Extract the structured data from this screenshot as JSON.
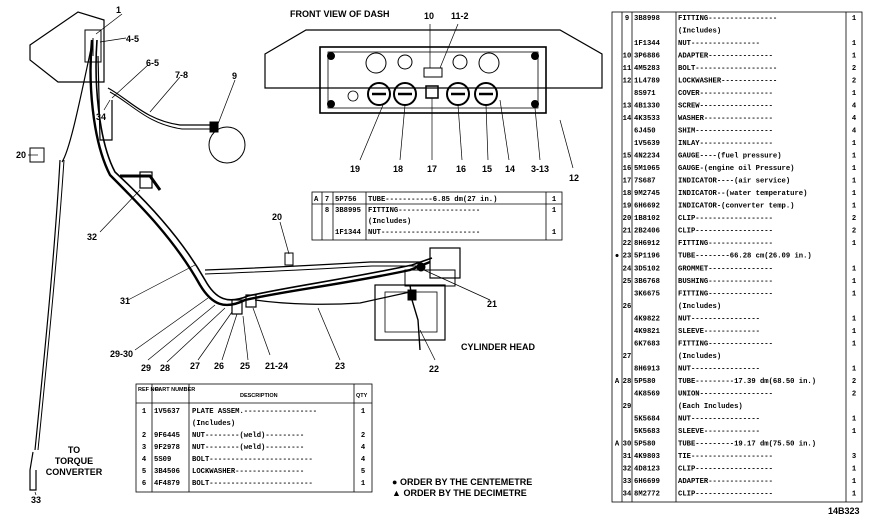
{
  "diagram": {
    "front_view_title": "FRONT VIEW OF DASH",
    "cylinder_head": "CYLINDER HEAD",
    "torque_converter": [
      "TO",
      "TORQUE",
      "CONVERTER"
    ],
    "legend_centimetre": "ORDER BY THE CENTEMETRE",
    "legend_decimetre": "ORDER BY THE DECIMETRE",
    "figure_id": "14B323",
    "callouts": {
      "c1": "1",
      "c4_5": "4-5",
      "c6_5": "6-5",
      "c7_8": "7-8",
      "c9": "9",
      "c10": "10",
      "c11_2": "11-2",
      "c34": "34",
      "c20a": "20",
      "c32": "32",
      "c31": "31",
      "c29_30": "29-30",
      "c29": "29",
      "c28": "28",
      "c27": "27",
      "c26": "26",
      "c25": "25",
      "c21_24": "21-24",
      "c23": "23",
      "c22": "22",
      "c21": "21",
      "c20b": "20",
      "c33": "33",
      "c19": "19",
      "c18": "18",
      "c17": "17",
      "c16": "16",
      "c15": "15",
      "c14": "14",
      "c3_13": "3-13",
      "c12": "12"
    }
  },
  "small_table": {
    "rows": [
      {
        "mark": "A",
        "no": "7",
        "part": "5P756",
        "desc": "TUBE-----------6.85 dm(27 in.)",
        "qty": "1"
      },
      {
        "mark": "",
        "no": "8",
        "part": "3B8995",
        "desc": "FITTING-------------------",
        "qty": "1"
      },
      {
        "mark": "",
        "no": "",
        "part": "",
        "desc": "(Includes)",
        "qty": ""
      },
      {
        "mark": "",
        "no": "",
        "part": "1F1344",
        "desc": "NUT-----------------------",
        "qty": "1"
      }
    ]
  },
  "bottom_table": {
    "headers": {
      "ref": "REF NO.",
      "part": "PART NUMBER",
      "desc": "DESCRIPTION",
      "qty": "QTY"
    },
    "rows": [
      {
        "ref": "1",
        "part": "1V5637",
        "desc": "PLATE ASSEM.-----------------",
        "qty": "1"
      },
      {
        "ref": "",
        "part": "",
        "desc": "(Includes)",
        "qty": ""
      },
      {
        "ref": "2",
        "part": "9F6445",
        "desc": "NUT--------(weld)---------",
        "qty": "2"
      },
      {
        "ref": "3",
        "part": "9F2978",
        "desc": "NUT--------(weld)---------",
        "qty": "4"
      },
      {
        "ref": "4",
        "part": "5S09",
        "desc": "BOLT------------------------",
        "qty": "4"
      },
      {
        "ref": "5",
        "part": "3B4506",
        "desc": "LOCKWASHER----------------",
        "qty": "5"
      },
      {
        "ref": "6",
        "part": "4F4879",
        "desc": "BOLT------------------------",
        "qty": "1"
      }
    ]
  },
  "right_table": {
    "rows": [
      {
        "mark": "",
        "no": "9",
        "part": "3B8998",
        "desc": "FITTING----------------",
        "qty": "1"
      },
      {
        "mark": "",
        "no": "",
        "part": "",
        "desc": "(Includes)",
        "qty": ""
      },
      {
        "mark": "",
        "no": "",
        "part": "1F1344",
        "desc": "NUT----------------",
        "qty": "1"
      },
      {
        "mark": "",
        "no": "10",
        "part": "3P6886",
        "desc": "ADAPTER---------------",
        "qty": "1"
      },
      {
        "mark": "",
        "no": "11",
        "part": "4M5283",
        "desc": "BOLT-------------------",
        "qty": "2"
      },
      {
        "mark": "",
        "no": "12",
        "part": "1L4789",
        "desc": "LOCKWASHER-------------",
        "qty": "2"
      },
      {
        "mark": "",
        "no": "",
        "part": "8S971",
        "desc": "COVER-----------------",
        "qty": "1"
      },
      {
        "mark": "",
        "no": "13",
        "part": "4B1330",
        "desc": "SCREW-----------------",
        "qty": "4"
      },
      {
        "mark": "",
        "no": "14",
        "part": "4K3533",
        "desc": "WASHER----------------",
        "qty": "4"
      },
      {
        "mark": "",
        "no": "",
        "part": "6J450",
        "desc": "SHIM------------------",
        "qty": "4"
      },
      {
        "mark": "",
        "no": "",
        "part": "1V5639",
        "desc": "INLAY-----------------",
        "qty": "1"
      },
      {
        "mark": "",
        "no": "15",
        "part": "4N2234",
        "desc": "GAUGE----(fuel pressure)",
        "qty": "1"
      },
      {
        "mark": "",
        "no": "16",
        "part": "5M1065",
        "desc": "GAUGE-(engine oil Pressure)",
        "qty": "1"
      },
      {
        "mark": "",
        "no": "17",
        "part": "7S687",
        "desc": "INDICATOR----(air service)",
        "qty": "1"
      },
      {
        "mark": "",
        "no": "18",
        "part": "9M2745",
        "desc": "INDICATOR--(water temperature)",
        "qty": "1"
      },
      {
        "mark": "",
        "no": "19",
        "part": "6H6692",
        "desc": "INDICATOR-(converter temp.)",
        "qty": "1"
      },
      {
        "mark": "",
        "no": "20",
        "part": "1B8102",
        "desc": "CLIP------------------",
        "qty": "2"
      },
      {
        "mark": "",
        "no": "21",
        "part": "2B2406",
        "desc": "CLIP------------------",
        "qty": "2"
      },
      {
        "mark": "",
        "no": "22",
        "part": "8H6912",
        "desc": "FITTING---------------",
        "qty": "1"
      },
      {
        "mark": "●",
        "no": "23",
        "part": "5P1196",
        "desc": "TUBE--------66.28 cm(26.09 in.)",
        "qty": ""
      },
      {
        "mark": "",
        "no": "24",
        "part": "3D5102",
        "desc": "GROMMET---------------",
        "qty": "1"
      },
      {
        "mark": "",
        "no": "25",
        "part": "3B6768",
        "desc": "BUSHING---------------",
        "qty": "1"
      },
      {
        "mark": "",
        "no": "",
        "part": "3K6675",
        "desc": "FITTING---------------",
        "qty": "1"
      },
      {
        "mark": "",
        "no": "26",
        "part": "",
        "desc": "(Includes)",
        "qty": ""
      },
      {
        "mark": "",
        "no": "",
        "part": "4K9822",
        "desc": "NUT----------------",
        "qty": "1"
      },
      {
        "mark": "",
        "no": "",
        "part": "4K9821",
        "desc": "SLEEVE-------------",
        "qty": "1"
      },
      {
        "mark": "",
        "no": "",
        "part": "6K7683",
        "desc": "FITTING---------------",
        "qty": "1"
      },
      {
        "mark": "",
        "no": "27",
        "part": "",
        "desc": "(Includes)",
        "qty": ""
      },
      {
        "mark": "",
        "no": "",
        "part": "8H6913",
        "desc": "NUT----------------",
        "qty": "1"
      },
      {
        "mark": "A",
        "no": "28",
        "part": "5P580",
        "desc": "TUBE---------17.39 dm(68.50 in.)",
        "qty": "2"
      },
      {
        "mark": "",
        "no": "",
        "part": "4K8569",
        "desc": "UNION-----------------",
        "qty": "2"
      },
      {
        "mark": "",
        "no": "29",
        "part": "",
        "desc": "(Each Includes)",
        "qty": ""
      },
      {
        "mark": "",
        "no": "",
        "part": "5K5684",
        "desc": "NUT----------------",
        "qty": "1"
      },
      {
        "mark": "",
        "no": "",
        "part": "5K5683",
        "desc": "SLEEVE-------------",
        "qty": "1"
      },
      {
        "mark": "A",
        "no": "30",
        "part": "5P580",
        "desc": "TUBE---------19.17 dm(75.50 in.)",
        "qty": ""
      },
      {
        "mark": "",
        "no": "31",
        "part": "4K9803",
        "desc": "TIE-------------------",
        "qty": "3"
      },
      {
        "mark": "",
        "no": "32",
        "part": "4D8123",
        "desc": "CLIP------------------",
        "qty": "1"
      },
      {
        "mark": "",
        "no": "33",
        "part": "6H6699",
        "desc": "ADAPTER---------------",
        "qty": "1"
      },
      {
        "mark": "",
        "no": "34",
        "part": "8M2772",
        "desc": "CLIP------------------",
        "qty": "1"
      }
    ]
  }
}
